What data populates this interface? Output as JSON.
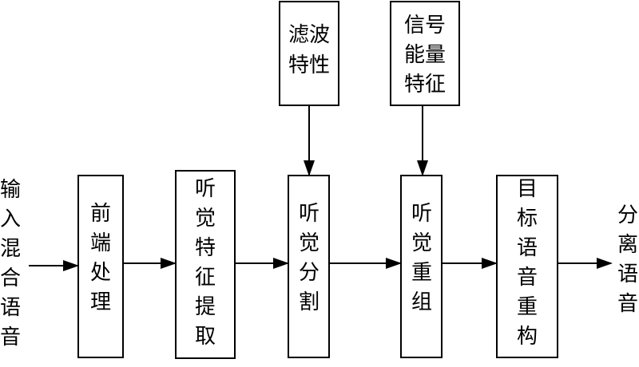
{
  "diagram": {
    "input_label": "输入混合语音",
    "output_label": "分离语音",
    "stages": [
      {
        "id": "front-end",
        "text": "前端处理"
      },
      {
        "id": "feature-extraction",
        "text": "听觉特征提取"
      },
      {
        "id": "segmentation",
        "text": "听觉分割"
      },
      {
        "id": "regrouping",
        "text": "听觉重组"
      },
      {
        "id": "reconstruction",
        "text": "目标语音重构"
      }
    ],
    "aux": [
      {
        "id": "filter-props",
        "text": "滤波特性"
      },
      {
        "id": "energy-features",
        "text": "信号能量特征"
      }
    ]
  }
}
